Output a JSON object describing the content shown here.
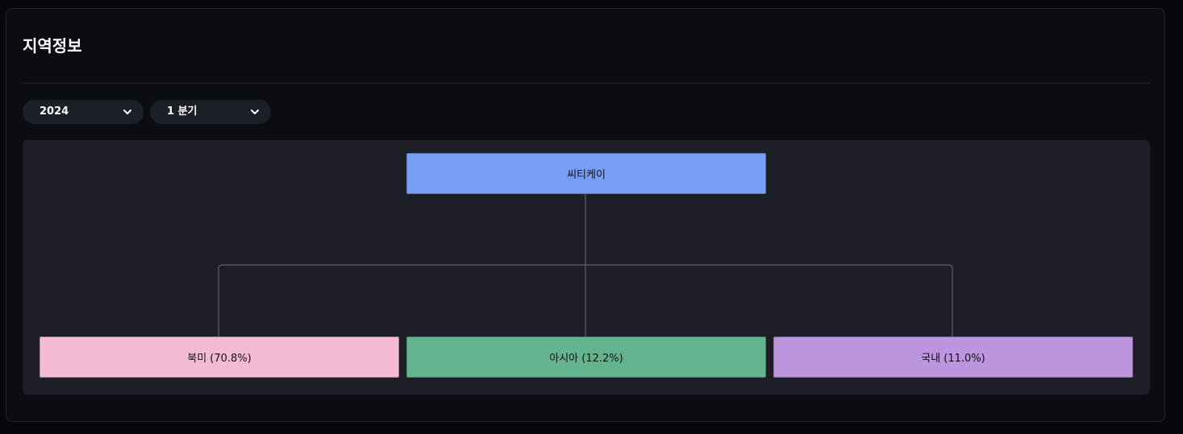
{
  "header": {
    "title": "지역정보"
  },
  "filters": {
    "year": "2024",
    "quarter": "1 분기"
  },
  "tree": {
    "root": {
      "label": "씨티케이",
      "color": "#779ef5"
    },
    "children": [
      {
        "label": "북미 (70.8%)",
        "color": "#f4bbd3"
      },
      {
        "label": "아시아 (12.2%)",
        "color": "#63b38f"
      },
      {
        "label": "국내 (11.0%)",
        "color": "#bd94de"
      }
    ]
  },
  "colors": {
    "connector": "#6a6d73",
    "panel": "#1c1f26",
    "card": "#0b0e11"
  }
}
